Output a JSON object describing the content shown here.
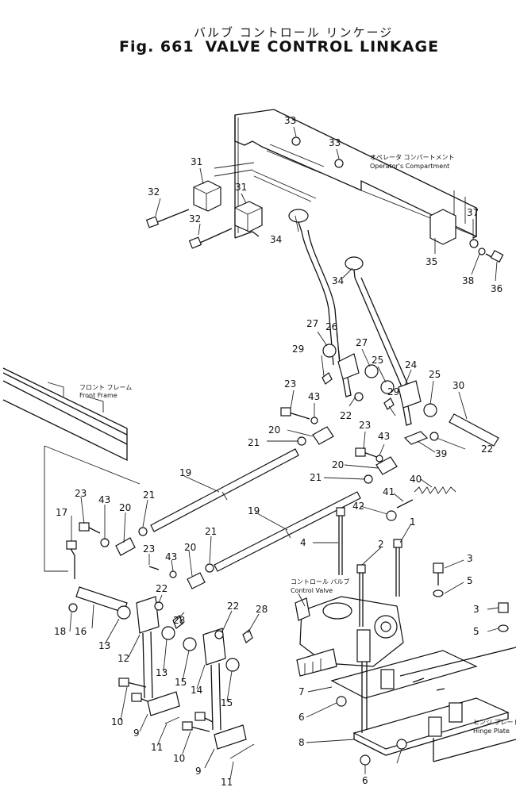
{
  "figure": {
    "title_jp": "バルブ コントロール リンケージ",
    "fig_number": "Fig. 661",
    "title_en": "VALVE CONTROL LINKAGE"
  },
  "labels": {
    "operator_jp": "オペレータ コンパートメント",
    "operator_en": "Operator's Compartment",
    "front_frame_jp": "フロント フレーム",
    "front_frame_en": "Front Frame",
    "control_valve_jp": "コントロール バルブ",
    "control_valve_en": "Control Valve",
    "hinge_plate_jp": "ヒンジ プレート",
    "hinge_plate_en": "Hinge Plate"
  },
  "callouts": [
    "33",
    "33",
    "31",
    "31",
    "32",
    "32",
    "34",
    "34",
    "37",
    "35",
    "38",
    "36",
    "27",
    "26",
    "27",
    "29",
    "25",
    "24",
    "25",
    "30",
    "23",
    "43",
    "22",
    "29",
    "20",
    "21",
    "23",
    "43",
    "22",
    "39",
    "20",
    "21",
    "40",
    "41",
    "42",
    "1",
    "19",
    "19",
    "17",
    "23",
    "43",
    "20",
    "21",
    "23",
    "43",
    "20",
    "21",
    "4",
    "2",
    "3",
    "5",
    "22",
    "28",
    "22",
    "28",
    "18",
    "16",
    "13",
    "12",
    "13",
    "15",
    "14",
    "15",
    "3",
    "5",
    "7",
    "6",
    "8",
    "6",
    "10",
    "9",
    "11",
    "10",
    "9",
    "11"
  ]
}
